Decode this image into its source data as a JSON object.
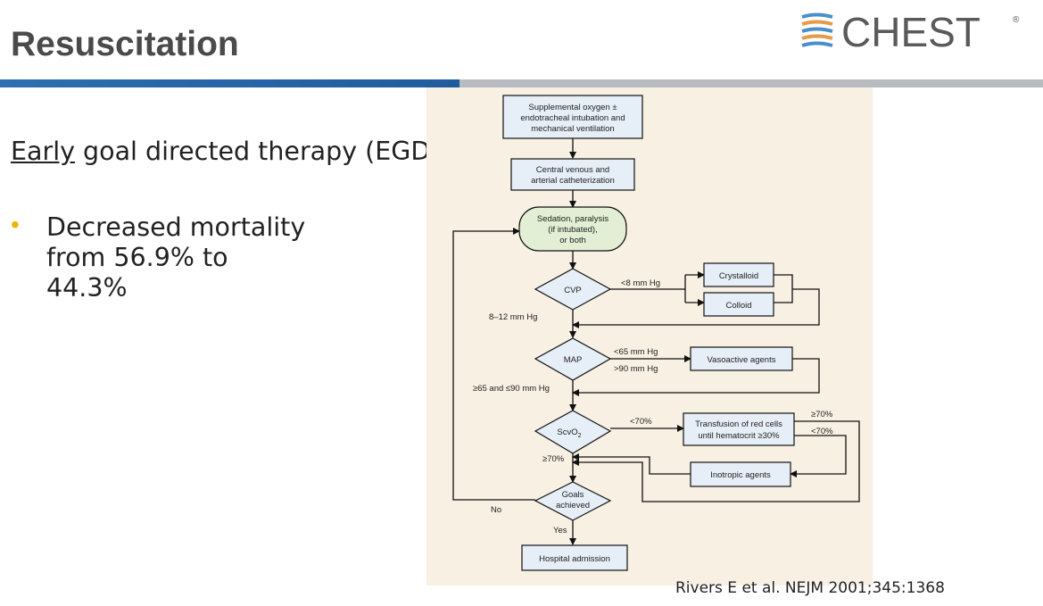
{
  "slide": {
    "title": "Resuscitation",
    "logo_text": "CHEST",
    "logo_mark": "®",
    "heading_underlined": "Early",
    "heading_rest": " goal directed therapy (EGDT)",
    "bullet_text": "Decreased mortality from 56.9% to 44.3%",
    "citation": "Rivers E et al. NEJM 2001;345:1368"
  },
  "flowchart": {
    "nodes": {
      "oxygen": [
        "Supplemental oxygen ±",
        "endotracheal intubation and",
        "mechanical ventilation"
      ],
      "catheter": [
        "Central venous and",
        "arterial catheterization"
      ],
      "sedation": [
        "Sedation, paralysis",
        "(if intubated),",
        "or both"
      ],
      "cvp": "CVP",
      "crystalloid": "Crystalloid",
      "colloid": "Colloid",
      "map": "MAP",
      "vasoactive": "Vasoactive agents",
      "scvo2": "ScvO",
      "scvo2_sub": "2",
      "transfusion": [
        "Transfusion of red cells",
        "until hematocrit ≥30%"
      ],
      "inotropic": "Inotropic agents",
      "goals": [
        "Goals",
        "achieved"
      ],
      "hospital": "Hospital admission"
    },
    "labels": {
      "cvp_low": "<8 mm Hg",
      "cvp_ok": "8–12 mm Hg",
      "map_low": "<65 mm Hg",
      "map_high": ">90 mm Hg",
      "map_ok": "≥65 and ≤90 mm Hg",
      "scv_low": "<70%",
      "scv_ok": "≥70%",
      "trans_high": "≥70%",
      "trans_low": "<70%",
      "no": "No",
      "yes": "Yes"
    }
  },
  "colors": {
    "title": "#4a4a4a",
    "accent_blue": "#2d6fb0",
    "rule_grey": "#b8bcc0",
    "bullet_yellow": "#f0b400",
    "flow_bg": "#f7f0e3",
    "box_fill": "#e6eef7",
    "sedation_fill": "#e2efd4"
  }
}
